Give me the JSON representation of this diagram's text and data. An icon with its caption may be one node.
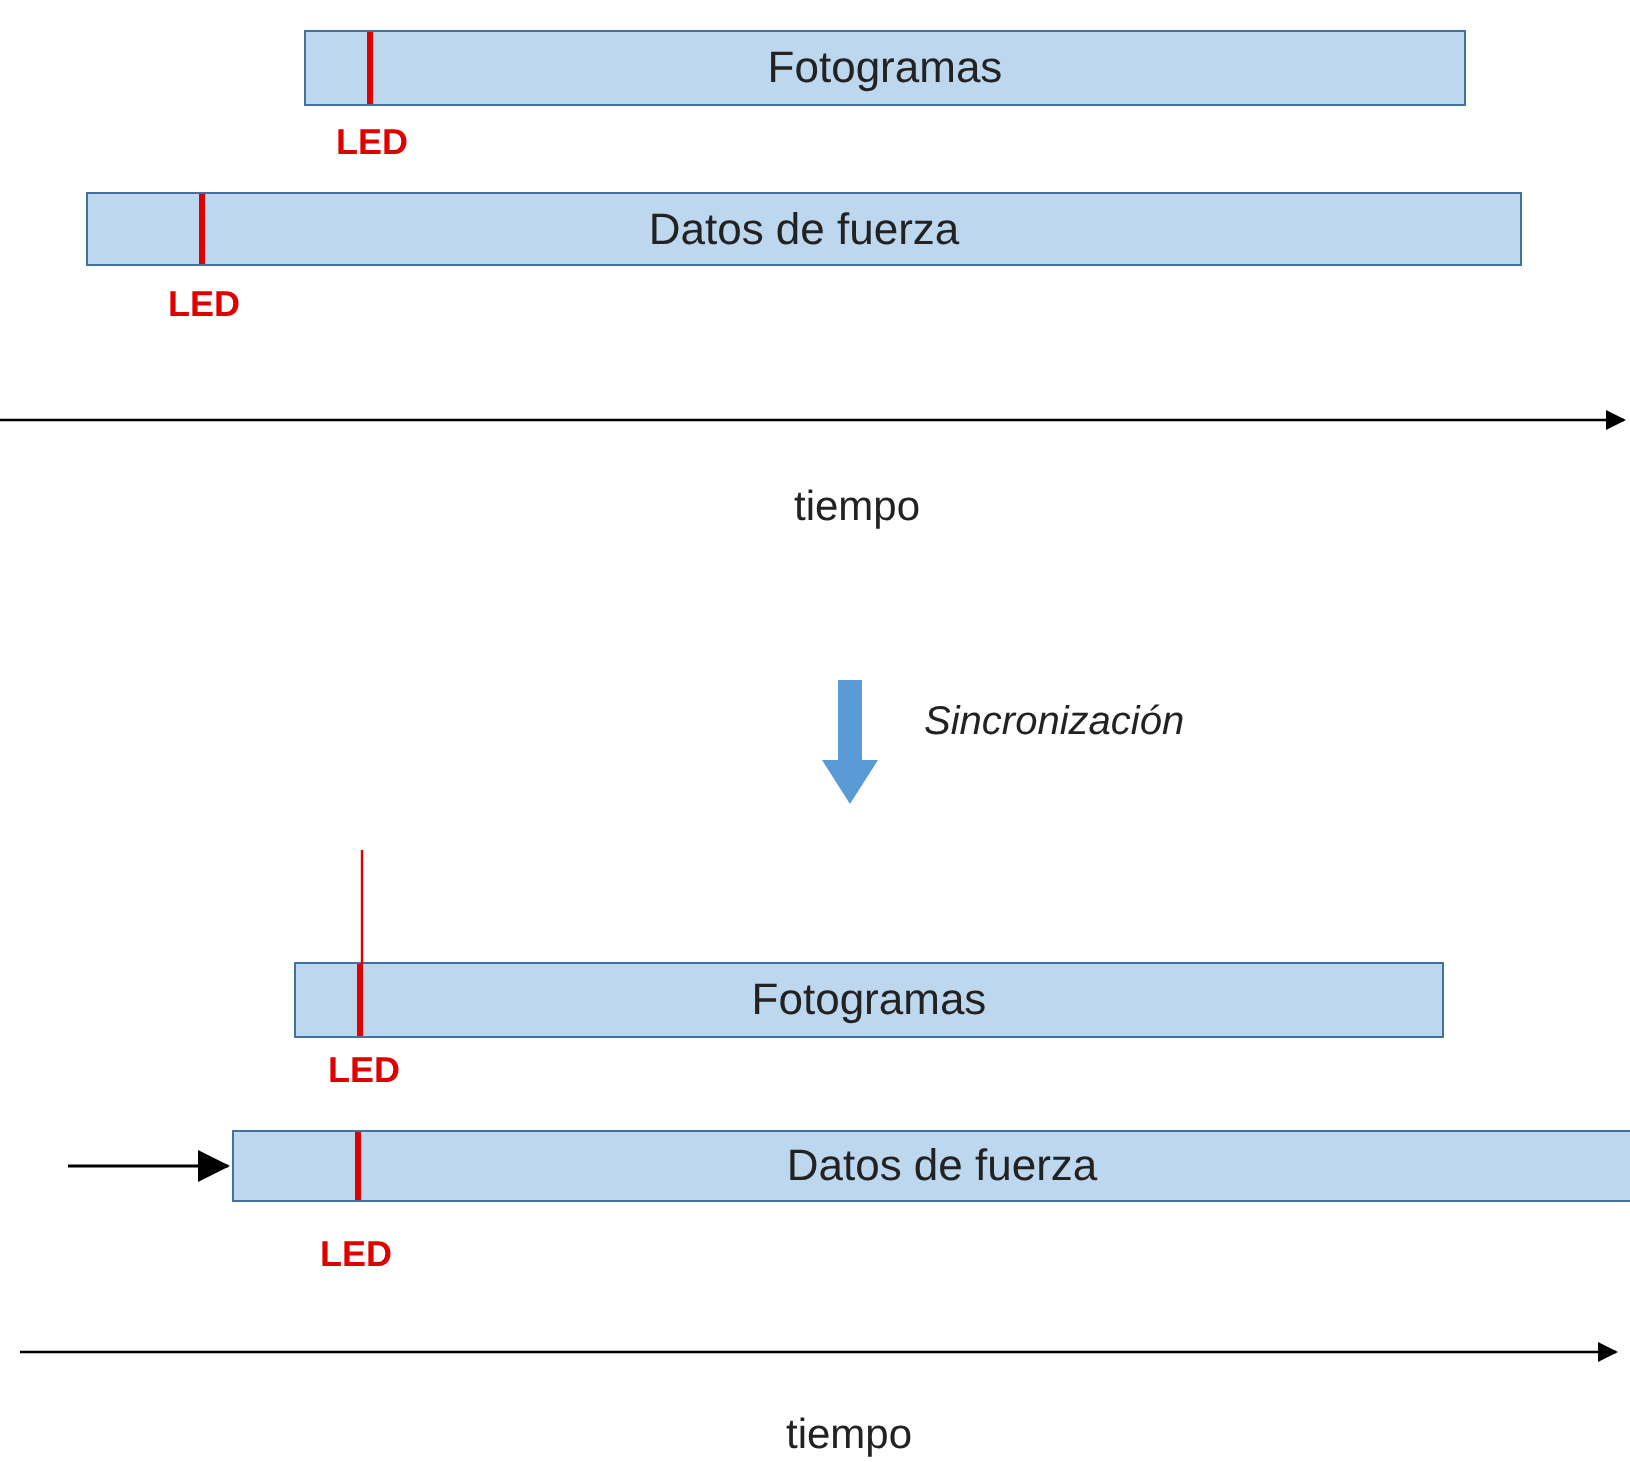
{
  "diagram": {
    "nodes": [
      {
        "text": [
          "Fotogramas"
        ]
      },
      {
        "text": [
          "Datos de fuerza"
        ]
      },
      {
        "text": [
          "Fotogramas"
        ]
      },
      {
        "text": [
          "Datos de fuerza"
        ]
      }
    ],
    "edges": [
      {
        "from": null,
        "to": 3,
        "arrow": "to"
      }
    ],
    "labels": [
      "LED",
      "LED",
      "tiempo",
      "Sincronización",
      "LED",
      "LED",
      "tiempo"
    ]
  }
}
